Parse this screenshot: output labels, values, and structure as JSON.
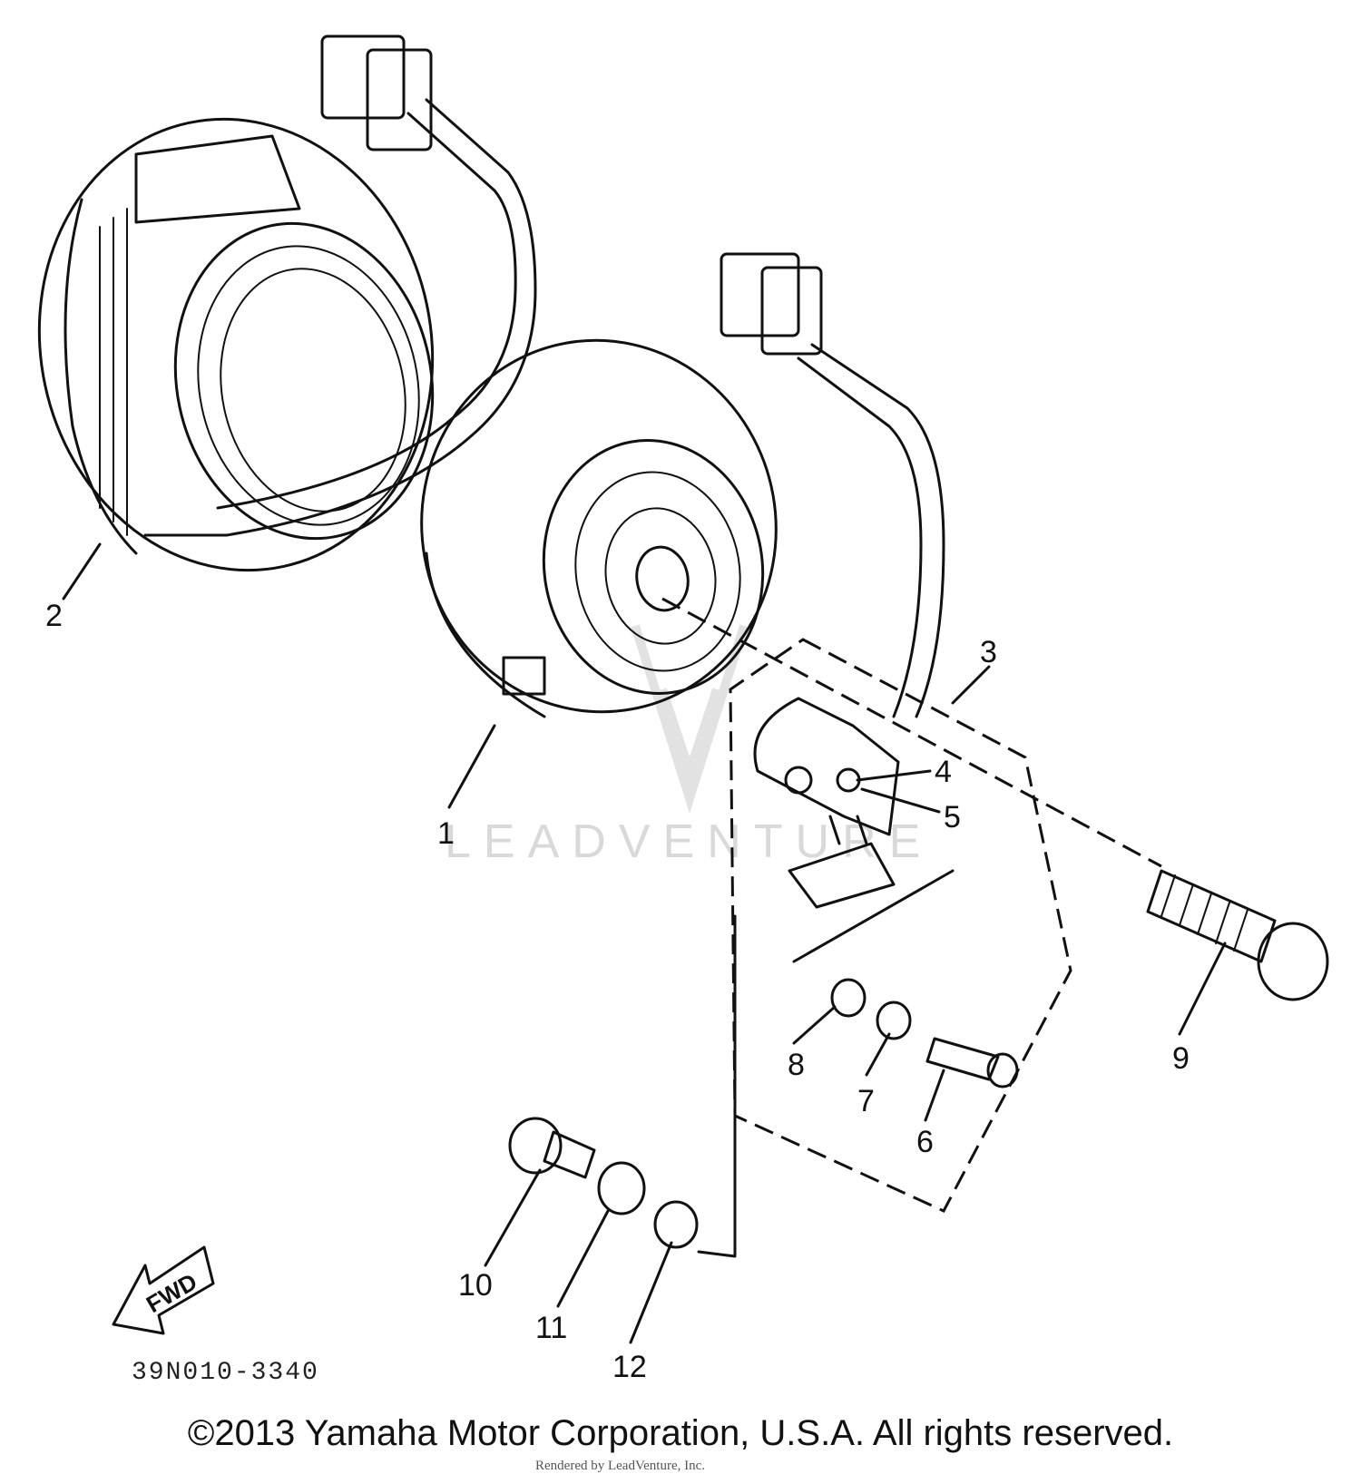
{
  "callouts": {
    "c1": "1",
    "c2": "2",
    "c3": "3",
    "c4": "4",
    "c5": "5",
    "c6": "6",
    "c7": "7",
    "c8": "8",
    "c9": "9",
    "c10": "10",
    "c11": "11",
    "c12": "12"
  },
  "fwd_label": "FWD",
  "part_code": "39N010-3340",
  "watermark": "LEADVENTURE",
  "copyright": "©2013 Yamaha Motor Corporation, U.S.A. All rights reserved.",
  "render_credit": "Rendered by LeadVenture, Inc."
}
